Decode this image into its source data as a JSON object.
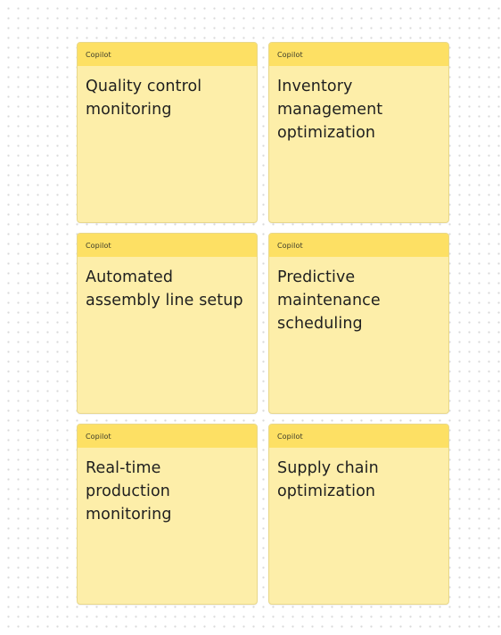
{
  "board": {
    "notes": [
      {
        "author": "Copilot",
        "text": "Quality control monitoring"
      },
      {
        "author": "Copilot",
        "text": "Inventory management optimization"
      },
      {
        "author": "Copilot",
        "text": "Automated assembly line setup"
      },
      {
        "author": "Copilot",
        "text": "Predictive maintenance scheduling"
      },
      {
        "author": "Copilot",
        "text": "Real-time production monitoring"
      },
      {
        "author": "Copilot",
        "text": "Supply chain optimization"
      }
    ]
  },
  "colors": {
    "note_body": "#fdeea9",
    "note_header": "#fde064",
    "canvas_dots": "#d9d9d9"
  }
}
